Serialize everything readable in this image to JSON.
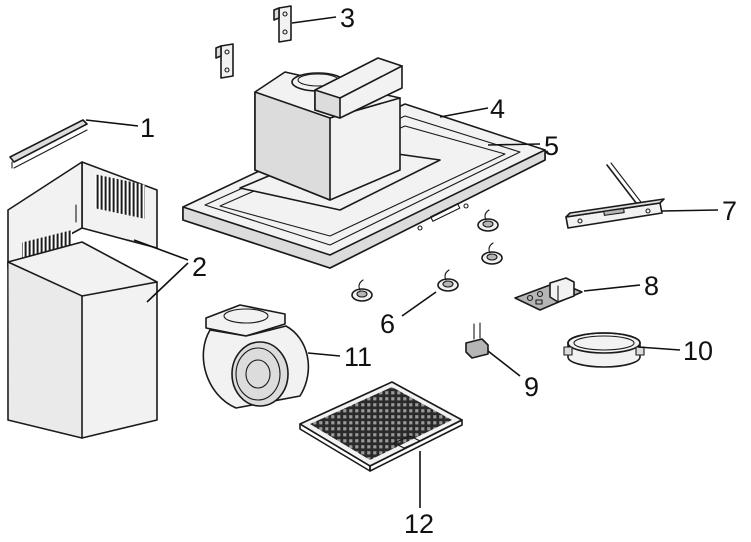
{
  "diagram": {
    "callouts": [
      "1",
      "2",
      "3",
      "4",
      "5",
      "6",
      "7",
      "8",
      "9",
      "10",
      "11",
      "12"
    ]
  },
  "parts": [
    {
      "number": "1",
      "icon": "trim-strip-icon"
    },
    {
      "number": "2",
      "icon": "chimney-cover-icon"
    },
    {
      "number": "3",
      "icon": "mounting-bracket-icon"
    },
    {
      "number": "4",
      "icon": "hood-body-icon"
    },
    {
      "number": "5",
      "icon": "frame-edge-icon"
    },
    {
      "number": "6",
      "icon": "lamp-icon"
    },
    {
      "number": "7",
      "icon": "control-panel-icon"
    },
    {
      "number": "8",
      "icon": "circuit-board-icon"
    },
    {
      "number": "9",
      "icon": "connector-icon"
    },
    {
      "number": "10",
      "icon": "flange-ring-icon"
    },
    {
      "number": "11",
      "icon": "blower-motor-icon"
    },
    {
      "number": "12",
      "icon": "grease-filter-icon"
    }
  ]
}
